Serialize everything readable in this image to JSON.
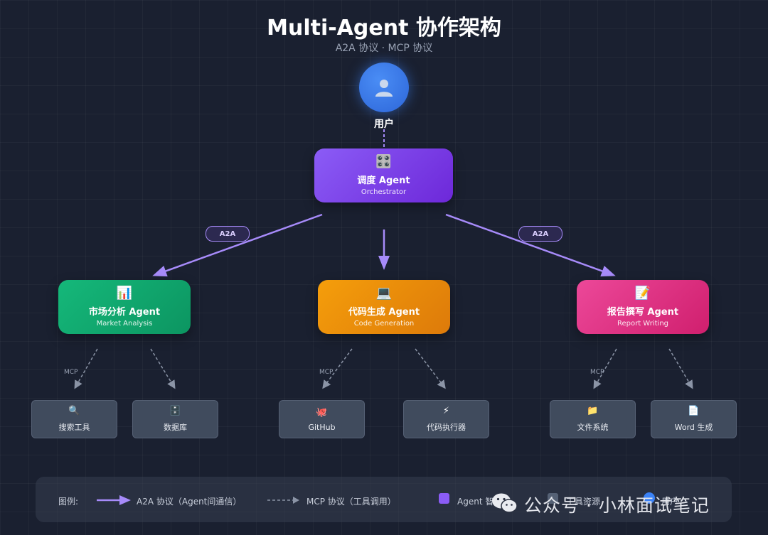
{
  "header": {
    "title": "Multi-Agent 协作架构",
    "subtitle": "A2A 协议 · MCP 协议"
  },
  "user": {
    "label": "用户",
    "icon": "user-icon"
  },
  "orchestrator": {
    "icon": "🎛️",
    "name": "调度 Agent",
    "sub": "Orchestrator"
  },
  "agents": {
    "market": {
      "icon": "📊",
      "name": "市场分析 Agent",
      "sub": "Market Analysis"
    },
    "code": {
      "icon": "💻",
      "name": "代码生成 Agent",
      "sub": "Code Generation"
    },
    "report": {
      "icon": "📝",
      "name": "报告撰写 Agent",
      "sub": "Report Writing"
    }
  },
  "protocols": {
    "a2a": "A2A",
    "mcp": "MCP"
  },
  "tools": {
    "search": {
      "icon": "🔍",
      "name": "搜索工具"
    },
    "database": {
      "icon": "🗄️",
      "name": "数据库"
    },
    "github": {
      "icon": "🐙",
      "name": "GitHub"
    },
    "executor": {
      "icon": "⚡",
      "name": "代码执行器"
    },
    "filesystem": {
      "icon": "📁",
      "name": "文件系统"
    },
    "word": {
      "icon": "📄",
      "name": "Word 生成"
    }
  },
  "legend": {
    "label": "图例:",
    "a2a": "A2A 协议（Agent间通信）",
    "mcp": "MCP 协议（工具调用）",
    "agent": "Agent 智能体",
    "tool": "工具资源",
    "user": "用户"
  },
  "watermark": "公众号 · 小林面试笔记",
  "colors": {
    "background": "#1a2030",
    "orchestrator": "#7c3aed",
    "market": "#10b981",
    "code": "#f59e0b",
    "report": "#ec4899",
    "arrow": "#a78bfa",
    "user": "#3b82f6",
    "tool": "#404b5d"
  }
}
